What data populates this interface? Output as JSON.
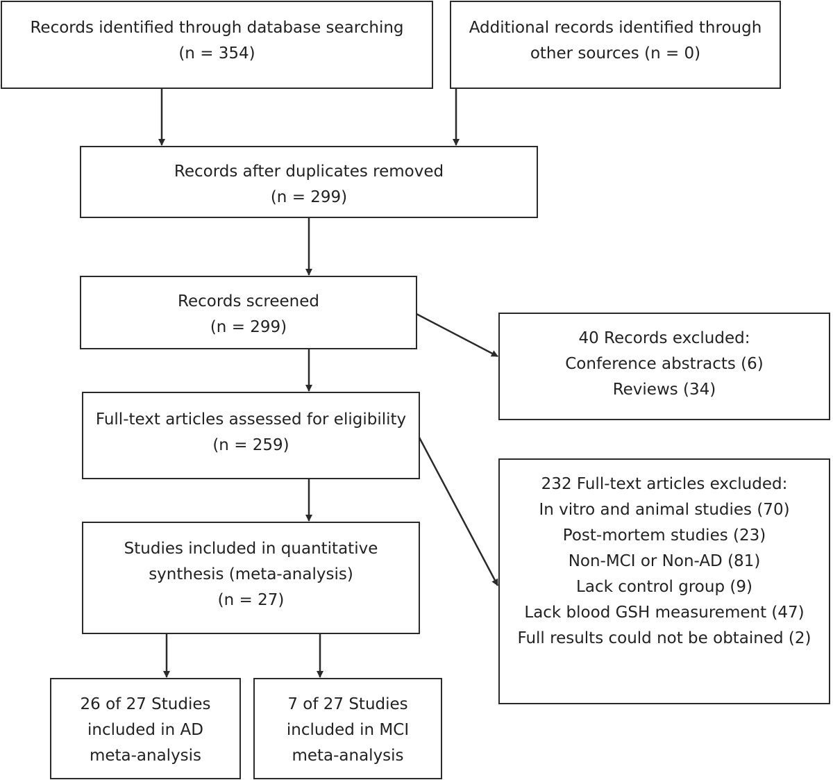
{
  "nodes": {
    "identified": {
      "lines": [
        "Records identified through database searching",
        "(n = 354)"
      ]
    },
    "additional": {
      "lines": [
        "Additional records identified through",
        "other sources (n = 0)"
      ]
    },
    "deduplicated": {
      "lines": [
        "Records after duplicates removed",
        "(n = 299)"
      ]
    },
    "screened": {
      "lines": [
        "Records screened",
        "(n = 299)"
      ]
    },
    "excluded_records": {
      "lines": [
        "40 Records excluded:",
        "Conference abstracts (6)",
        "Reviews (34)"
      ]
    },
    "fulltext": {
      "lines": [
        "Full-text articles assessed for eligibility",
        "(n = 259)"
      ]
    },
    "excluded_fulltext": {
      "lines": [
        "232 Full-text articles excluded:",
        "In vitro and animal studies (70)",
        "Post-mortem studies (23)",
        "Non-MCI or Non-AD (81)",
        "Lack control group (9)",
        "Lack blood GSH measurement (47)",
        "Full results could not be obtained (2)"
      ]
    },
    "quantitative": {
      "lines": [
        "Studies included in quantitative",
        "synthesis (meta-analysis)",
        "(n = 27)"
      ]
    },
    "ad": {
      "lines": [
        "26 of 27 Studies",
        "included in AD",
        "meta-analysis"
      ]
    },
    "mci": {
      "lines": [
        "7 of 27 Studies",
        "included in MCI",
        "meta-analysis"
      ]
    }
  },
  "edges": [
    {
      "from": "identified",
      "to": "deduplicated"
    },
    {
      "from": "additional",
      "to": "deduplicated"
    },
    {
      "from": "deduplicated",
      "to": "screened"
    },
    {
      "from": "screened",
      "to": "fulltext"
    },
    {
      "from": "screened",
      "to": "excluded_records"
    },
    {
      "from": "fulltext",
      "to": "quantitative"
    },
    {
      "from": "fulltext",
      "to": "excluded_fulltext"
    },
    {
      "from": "quantitative",
      "to": "ad"
    },
    {
      "from": "quantitative",
      "to": "mci"
    }
  ],
  "colors": {
    "stroke": "#2a2a2a",
    "text": "#222222",
    "background": "#ffffff"
  }
}
